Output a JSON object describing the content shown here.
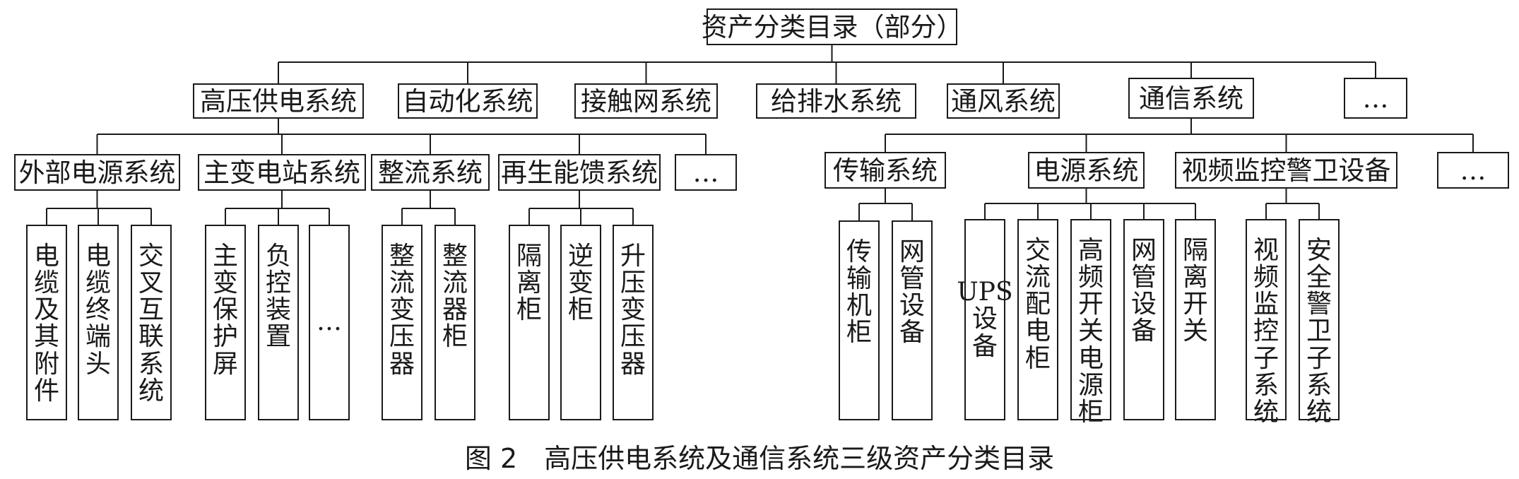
{
  "root": "资产分类目录（部分）",
  "level1": [
    "高压供电系统",
    "自动化系统",
    "接触网系统",
    "给排水系统",
    "通风系统",
    "通信系统",
    "…"
  ],
  "level2": [
    "外部电源系统",
    "主变电站系统",
    "整流系统",
    "再生能馈系统",
    "…",
    "传输系统",
    "电源系统",
    "视频监控警卫设备",
    "…"
  ],
  "level3": [
    "电缆及其附件",
    "电缆终端头",
    "交叉互联系统",
    "主变保护屏",
    "负控装置",
    "…",
    "整流变压器",
    "整流器柜",
    "隔离柜",
    "逆变柜",
    "升压变压器",
    "传输机柜",
    "网管设备",
    "UPS设备",
    "交流配电柜",
    "高频开关电源柜",
    "网管设备",
    "隔离开关",
    "视频监控子系统",
    "安全警卫子系统"
  ],
  "caption": "图 2　高压供电系统及通信系统三级资产分类目录"
}
